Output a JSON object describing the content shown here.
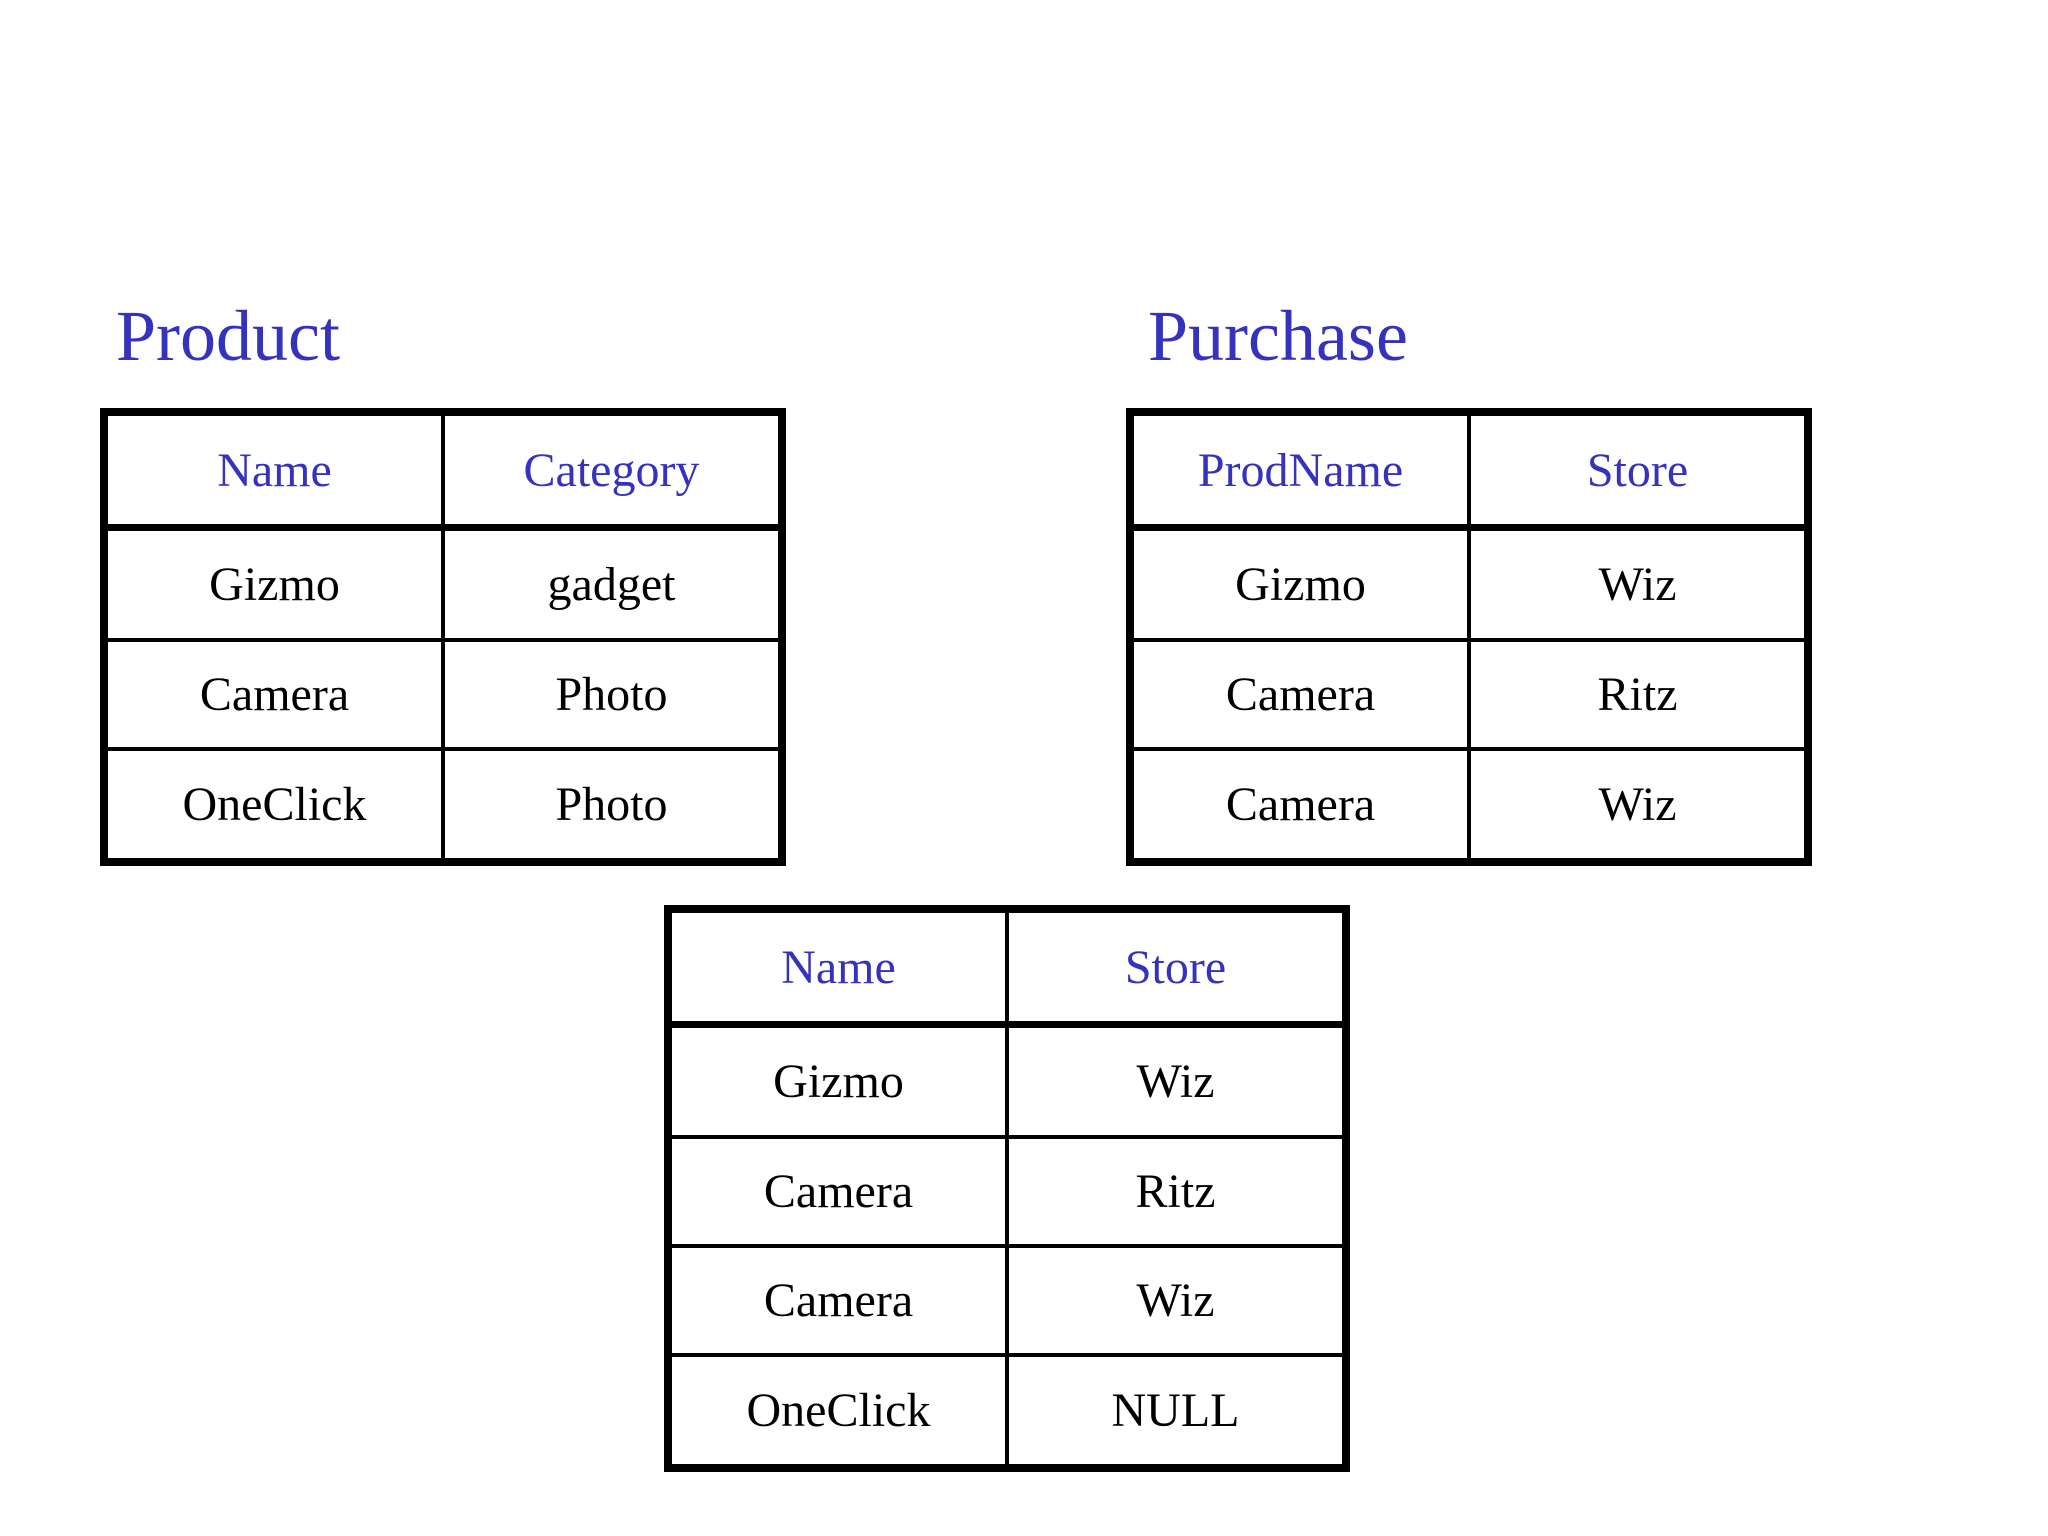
{
  "slide": {
    "background": "#ffffff",
    "colors": {
      "title_text": "#3532be",
      "header_text": "#3532be",
      "cell_text": "#000000",
      "null_text": "#fb3b3b",
      "border": "#000000"
    },
    "product": {
      "title": "Product",
      "headers": {
        "col0": "Name",
        "col1": "Category"
      },
      "rows": [
        [
          "Gizmo",
          "gadget"
        ],
        [
          "Camera",
          "Photo"
        ],
        [
          "OneClick",
          "Photo"
        ]
      ]
    },
    "purchase": {
      "title": "Purchase",
      "headers": {
        "col0": "ProdName",
        "col1": "Store"
      },
      "rows": [
        [
          "Gizmo",
          "Wiz"
        ],
        [
          "Camera",
          "Ritz"
        ],
        [
          "Camera",
          "Wiz"
        ]
      ]
    },
    "result": {
      "headers": {
        "col0": "Name",
        "col1": "Store"
      },
      "rows": [
        [
          "Gizmo",
          "Wiz"
        ],
        [
          "Camera",
          "Ritz"
        ],
        [
          "Camera",
          "Wiz"
        ],
        [
          "OneClick",
          "NULL"
        ]
      ]
    }
  }
}
